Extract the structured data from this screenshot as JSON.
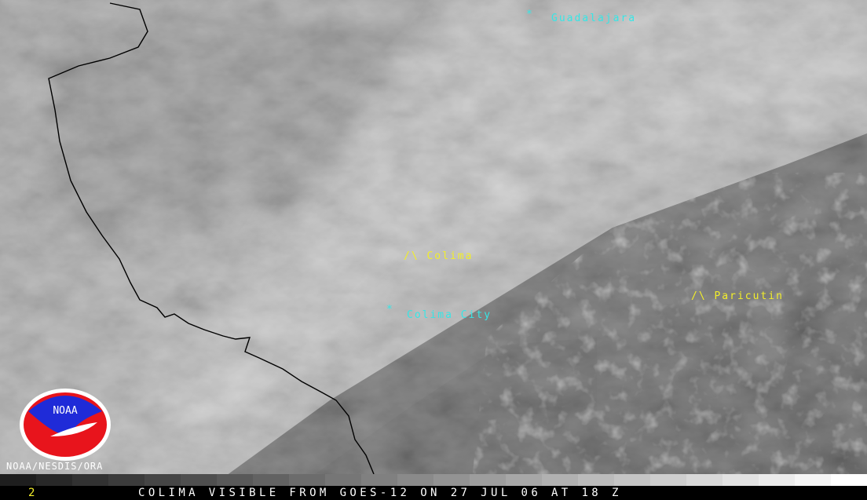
{
  "image": {
    "caption": "COLIMA VISIBLE FROM GOES-12 ON 27 JUL 06 AT 18 Z",
    "frame_number": "2",
    "credit": "NOAA/NESDIS/ORA",
    "logo_text": "NOAA"
  },
  "places": {
    "guadalajara": {
      "marker": "*",
      "label": "Guadalajara"
    },
    "colima_city": {
      "marker": "*",
      "label": "Colima City"
    },
    "colima_volcano": {
      "label": "/\\ Colima"
    },
    "paricutin": {
      "label": "/\\ Paricutin"
    }
  },
  "colors": {
    "city_label": "#36e6e6",
    "volcano_label": "#f2ee2a",
    "border_line": "#000000",
    "logo_blue": "#1f2bd8",
    "logo_red": "#e8141c"
  }
}
